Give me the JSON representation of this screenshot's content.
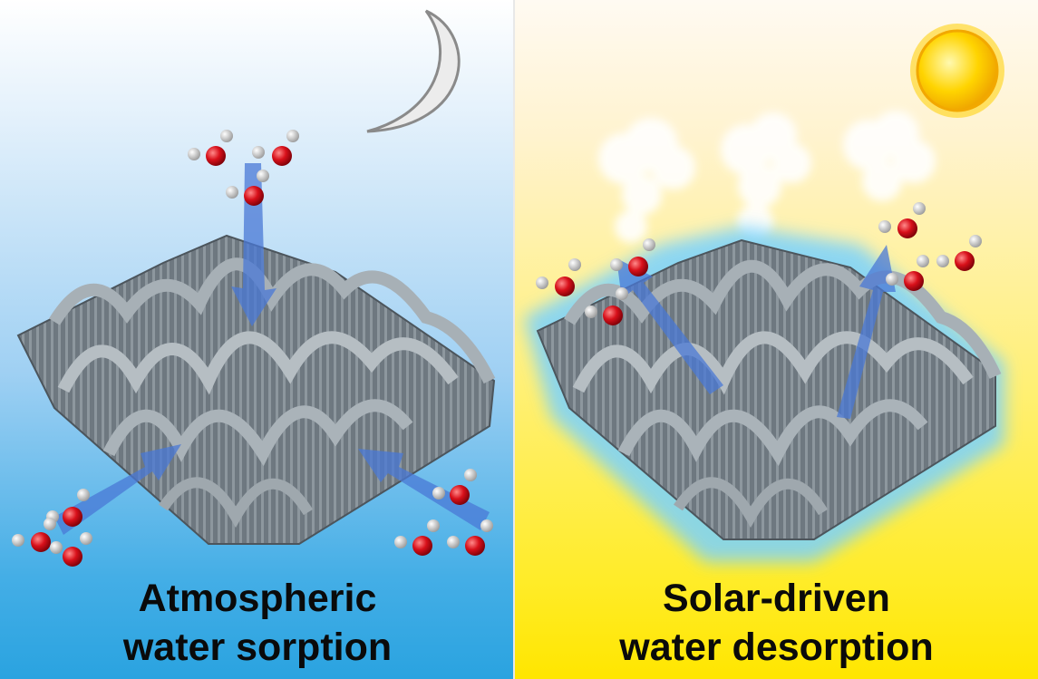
{
  "left_panel": {
    "caption_line1": "Atmospheric",
    "caption_line2": "water sorption",
    "icon": "crescent-moon-icon"
  },
  "right_panel": {
    "caption_line1": "Solar-driven",
    "caption_line2": "water desorption",
    "icon": "sun-icon"
  },
  "colors": {
    "framework": "#6f7a82",
    "arrow": "#4a78d6",
    "oxygen": "#d8101a",
    "hydrogen": "#f2f2f2",
    "glow": "#7fd4ff"
  }
}
